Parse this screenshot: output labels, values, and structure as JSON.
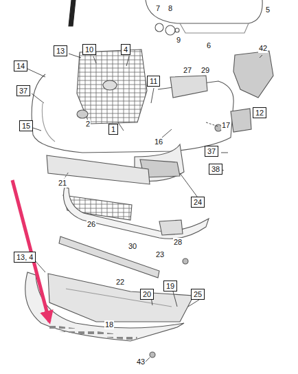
{
  "diagram": {
    "nodes": [
      {
        "text": [
          "13"
        ]
      },
      {
        "text": [
          "10"
        ]
      },
      {
        "text": [
          "4"
        ]
      },
      {
        "text": [
          "14"
        ]
      },
      {
        "text": [
          "11"
        ]
      },
      {
        "text": [
          "37"
        ]
      },
      {
        "text": [
          "12"
        ]
      },
      {
        "text": [
          "15"
        ]
      },
      {
        "text": [
          "1"
        ]
      },
      {
        "text": [
          "37"
        ]
      },
      {
        "text": [
          "38"
        ]
      },
      {
        "text": [
          "24"
        ]
      },
      {
        "text": [
          "13, 4"
        ]
      },
      {
        "text": [
          "19"
        ]
      },
      {
        "text": [
          "20"
        ]
      },
      {
        "text": [
          "25"
        ]
      }
    ],
    "labels": [
      "7",
      "8",
      "5",
      "9",
      "6",
      "42",
      "27",
      "29",
      "2",
      "17",
      "16",
      "21",
      "26",
      "30",
      "28",
      "23",
      "22",
      "18",
      "43"
    ]
  }
}
